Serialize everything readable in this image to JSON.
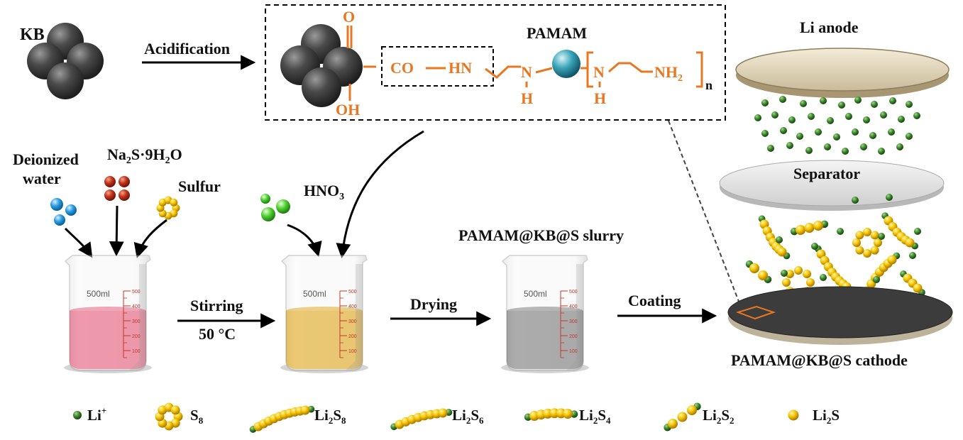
{
  "top": {
    "kb": "KB",
    "acidification": "Acidification",
    "pamam": "PAMAM",
    "o": "O",
    "oh": "OH",
    "co": "CO",
    "hn": "HN",
    "n1": "N",
    "h1": "H",
    "n2": "N",
    "h2": "H",
    "nh2": "NH",
    "nh2_sub": "2",
    "n_sub": "n"
  },
  "left": {
    "deionized": "Deionized",
    "water": "water",
    "na2s_a": "Na",
    "na2s_b": "2",
    "na2s_c": "S·9H",
    "na2s_d": "2",
    "na2s_e": "O",
    "sulfur": "Sulfur",
    "hno3_a": "HNO",
    "hno3_b": "3"
  },
  "process": {
    "stirring": "Stirring",
    "temp": "50 °C",
    "drying": "Drying",
    "coating": "Coating",
    "slurry": "PAMAM@KB@S slurry"
  },
  "beaker": {
    "volume": "500ml",
    "ticks": [
      "500",
      "400",
      "300",
      "200",
      "100"
    ],
    "liquid_colors": [
      "#e94d6e",
      "#e0a208",
      "#6e6e6e"
    ]
  },
  "cell": {
    "anode": "Li anode",
    "separator": "Separator",
    "cathode": "PAMAM@KB@S cathode"
  },
  "legend": {
    "li_a": "Li",
    "li_b": "+",
    "s8_a": "S",
    "s8_b": "8",
    "li2s8_a": "Li",
    "li2s8_b": "2",
    "li2s8_c": "S",
    "li2s8_d": "8",
    "li2s6_a": "Li",
    "li2s6_b": "2",
    "li2s6_c": "S",
    "li2s6_d": "6",
    "li2s4_a": "Li",
    "li2s4_b": "2",
    "li2s4_c": "S",
    "li2s4_d": "4",
    "li2s2_a": "Li",
    "li2s2_b": "2",
    "li2s2_c": "S",
    "li2s2_d": "2",
    "li2s_a": "Li",
    "li2s_b": "2",
    "li2s_c": "S"
  },
  "colors": {
    "accent": "#e87722",
    "carbon": "#3a3a3a",
    "lithium": "#2e6b22",
    "sulfur": "#f5c400"
  }
}
